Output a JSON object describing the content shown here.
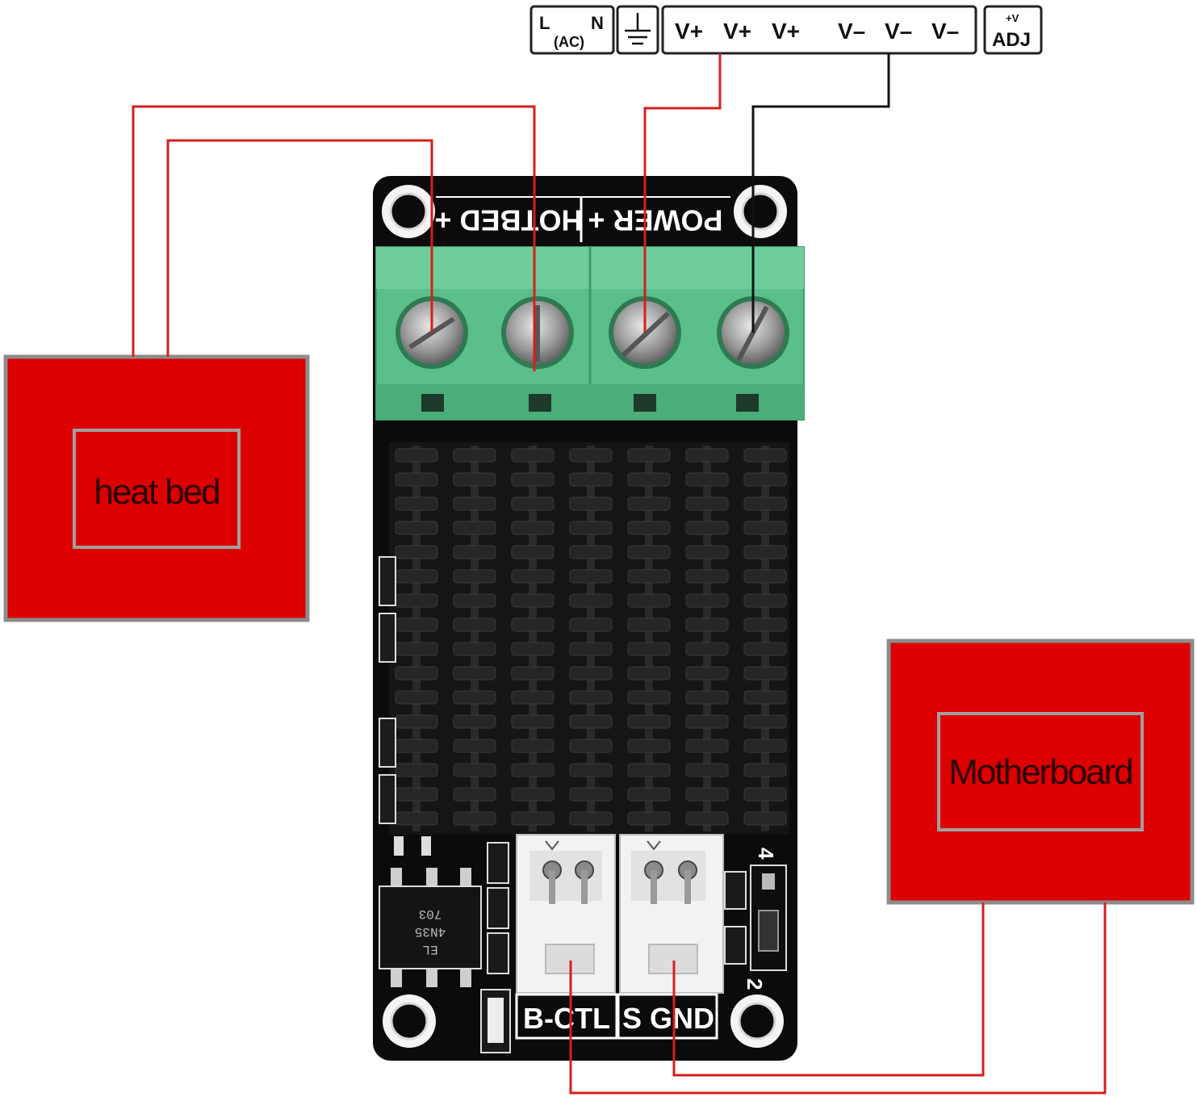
{
  "psu_terminals": {
    "ac": {
      "l": "L",
      "n": "N",
      "sub": "(AC)"
    },
    "ground_symbol": "earth-ground-icon",
    "outputs": [
      "V+",
      "V+",
      "V+",
      "V–",
      "V–",
      "V–"
    ],
    "adj": {
      "top": "+V",
      "bottom": "ADJ"
    }
  },
  "heat_bed": {
    "label": "heat bed"
  },
  "motherboard": {
    "label": "Motherboard"
  },
  "board": {
    "silk_top_left": "HOTBED +",
    "silk_top_right": "POWER +",
    "silk_bottom_left": "B-CTL",
    "silk_bottom_right": "S GND",
    "pin_4": "4",
    "pin_2": "2",
    "chip_lines": [
      "703",
      "4N35",
      "EL"
    ]
  },
  "colors": {
    "box_red": "#dd0000",
    "box_border": "#8c8c8c",
    "wire_red": "#d41f1f",
    "wire_black": "#111111",
    "terminal_green": "#5bbf8c",
    "pcb_black": "#0b0b0b",
    "connector_white": "#f2f2f2"
  }
}
